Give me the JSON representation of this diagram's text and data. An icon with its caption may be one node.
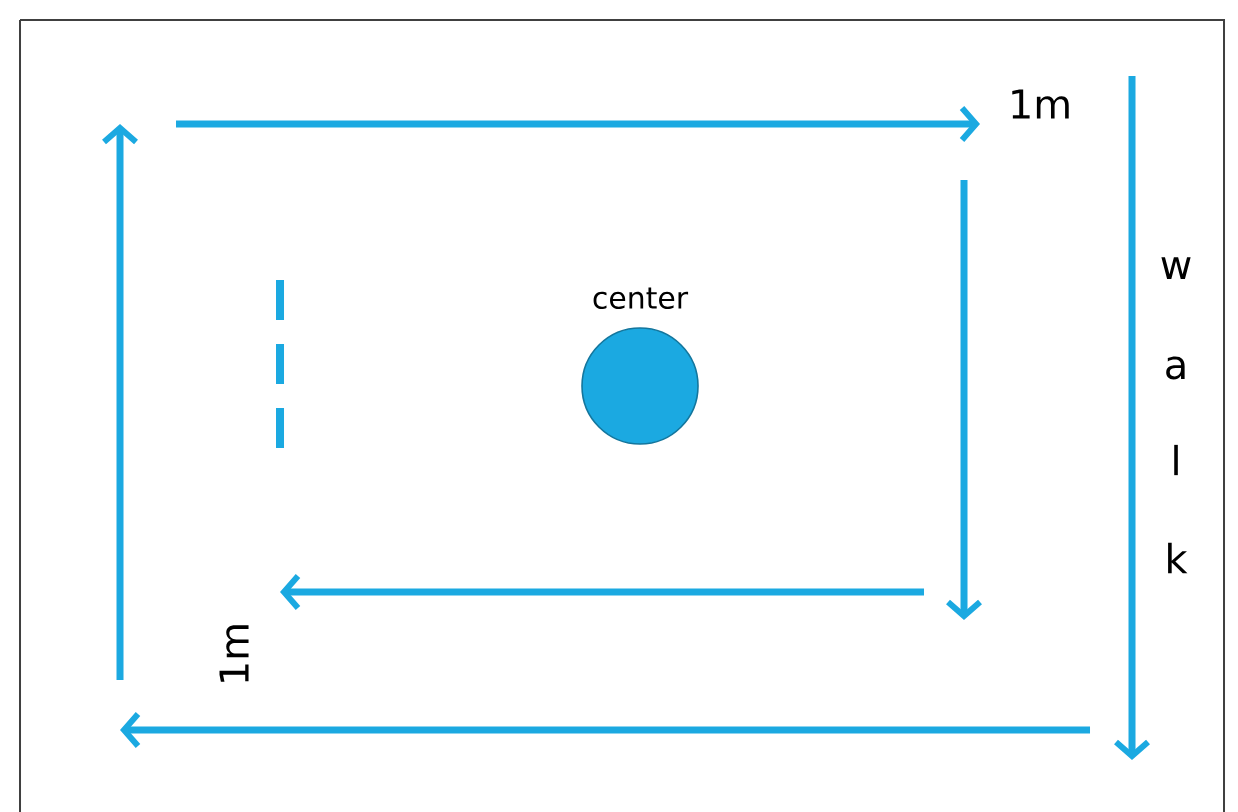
{
  "diagram": {
    "nodes": [
      {
        "text": [
          "center"
        ]
      }
    ],
    "labels": [
      "1m",
      "1m",
      "w",
      "a",
      "l",
      "k"
    ]
  }
}
